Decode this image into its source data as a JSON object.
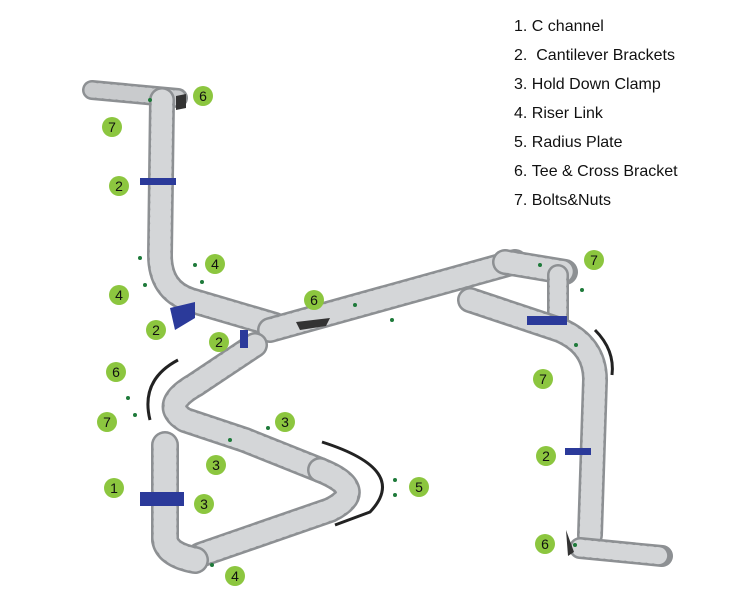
{
  "legend": [
    {
      "number": "1",
      "text": "C channel"
    },
    {
      "number": "2",
      "text": "Cantilever Brackets"
    },
    {
      "number": "3",
      "text": "Hold Down Clamp"
    },
    {
      "number": "4",
      "text": "Riser Link"
    },
    {
      "number": "5",
      "text": "Radius Plate"
    },
    {
      "number": "6",
      "text": "Tee & Cross Bracket"
    },
    {
      "number": "7",
      "text": "Bolts&Nuts"
    }
  ],
  "callouts": [
    "6",
    "7",
    "2",
    "4",
    "4",
    "2",
    "6",
    "7",
    "2",
    "7",
    "6",
    "7",
    "3",
    "3",
    "2",
    "5",
    "1",
    "3",
    "4",
    "6"
  ],
  "colors": {
    "badge": "#8cc63f",
    "tray": "#c9cbcd",
    "tray_edge": "#8d9093",
    "bracket": "#2b3a9a",
    "radius_plate": "#222222",
    "bolt": "#1e7a3a"
  }
}
